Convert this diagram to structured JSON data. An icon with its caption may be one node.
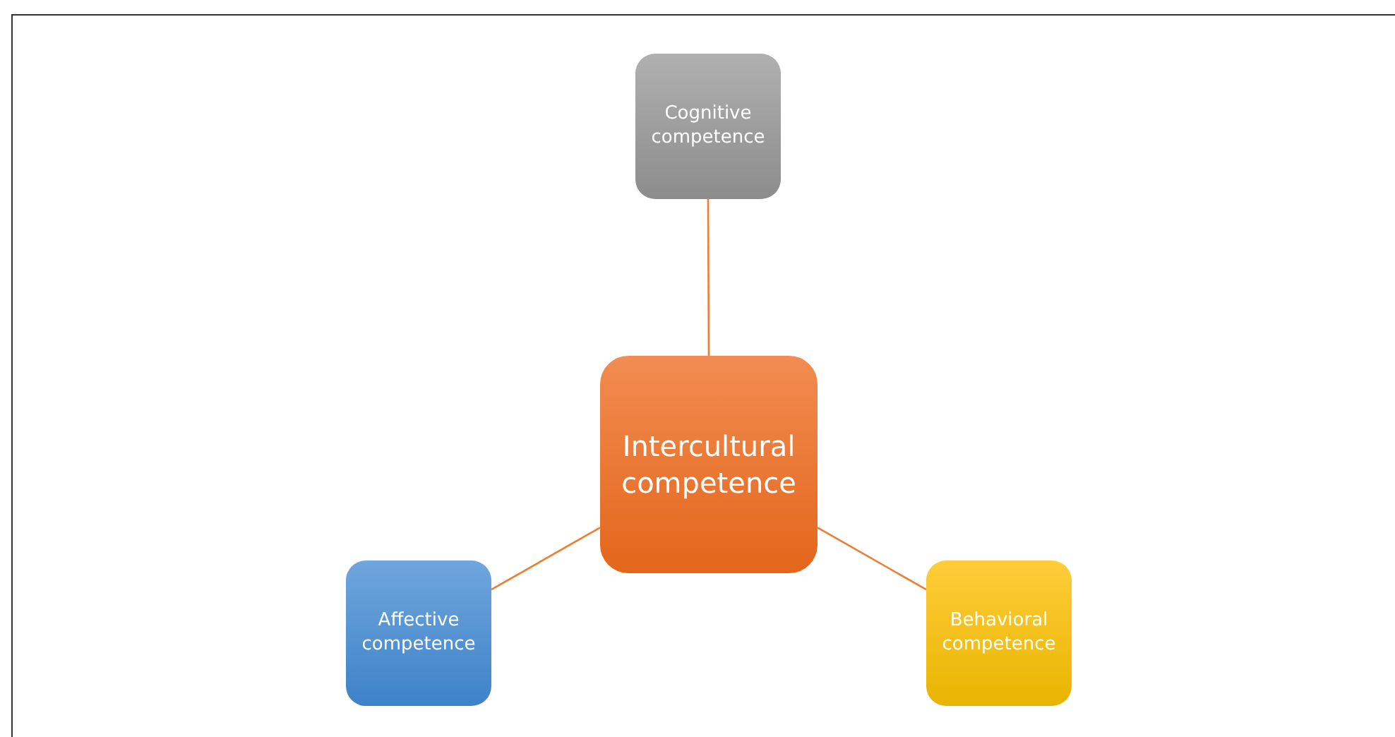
{
  "diagram": {
    "nodes": [
      {
        "text": [
          "Intercultural competence"
        ]
      },
      {
        "text": [
          "Cognitive competence"
        ]
      },
      {
        "text": [
          "Affective competence"
        ]
      },
      {
        "text": [
          "Behavioral competence"
        ]
      }
    ],
    "edges": [
      {
        "from": 0,
        "to": 1,
        "arrow": "none"
      },
      {
        "from": 0,
        "to": 2,
        "arrow": "none"
      },
      {
        "from": 0,
        "to": 3,
        "arrow": "none"
      }
    ]
  }
}
